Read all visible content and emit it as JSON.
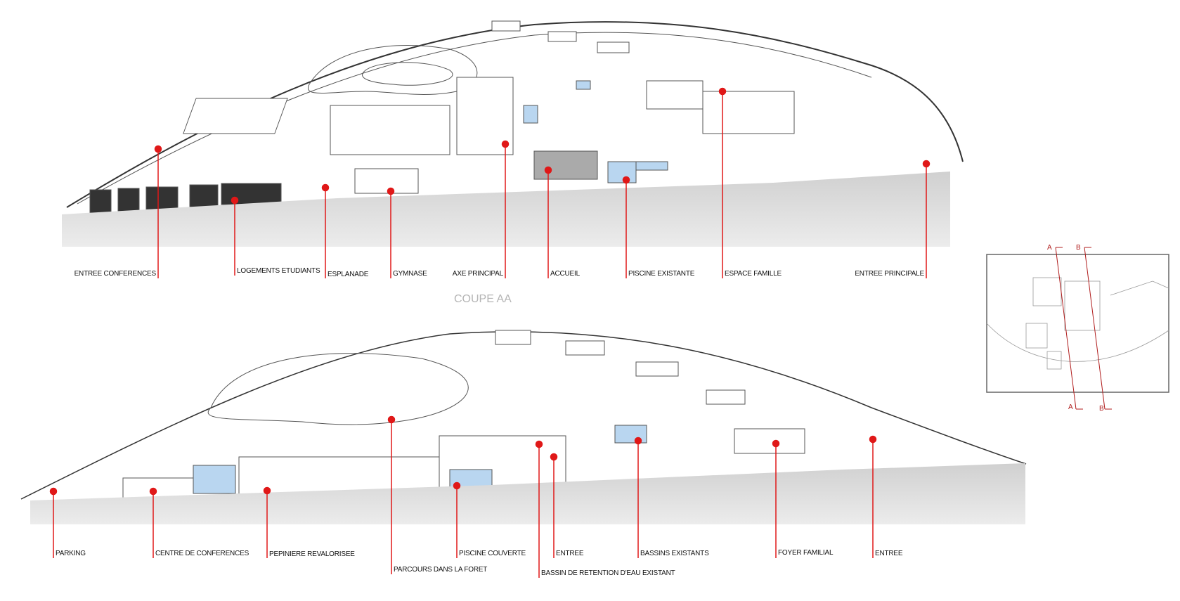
{
  "section_a": {
    "title": "COUPE AA",
    "labels": [
      "ENTREE CONFERENCES",
      "LOGEMENTS ETUDIANTS",
      "ESPLANADE",
      "GYMNASE",
      "AXE PRINCIPAL",
      "ACCUEIL",
      "PISCINE EXISTANTE",
      "ESPACE FAMILLE",
      "ENTREE PRINCIPALE"
    ]
  },
  "section_b": {
    "labels": [
      "PARKING",
      "CENTRE DE CONFERENCES",
      "PEPINIERE REVALORISEE",
      "PARCOURS DANS LA FORET",
      "PISCINE COUVERTE",
      "BASSIN DE RETENTION D'EAU EXISTANT",
      "ENTREE",
      "BASSINS EXISTANTS",
      "FOYER FAMILIAL",
      "ENTREE"
    ]
  },
  "key_plan": {
    "cut_a": "A",
    "cut_b": "B"
  },
  "colors": {
    "marker": "#e01818",
    "ground": "#dcdcdc",
    "water": "#b9d6f0",
    "caption": "#b5b5b5"
  }
}
